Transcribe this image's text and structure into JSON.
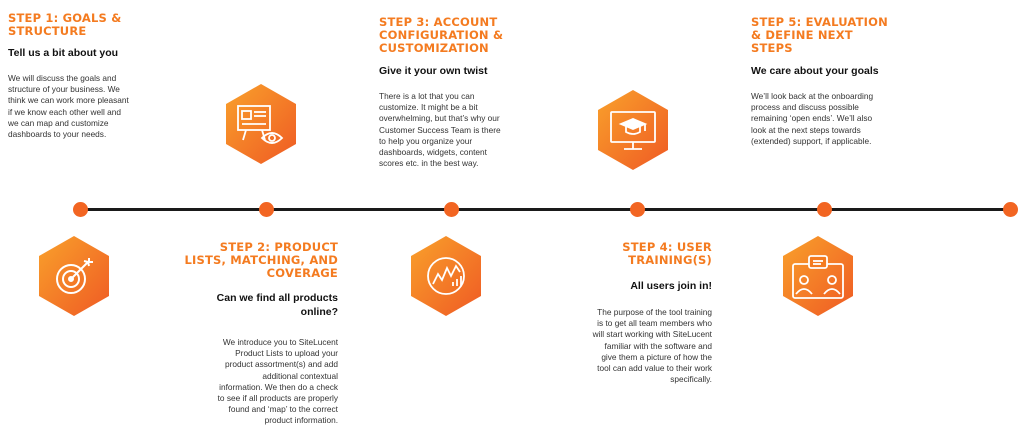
{
  "colors": {
    "accent": "#f47b20",
    "hex_light": "#f9a12b",
    "hex_dark": "#ef5a24",
    "line": "#1a1a1a"
  },
  "steps": [
    {
      "title_lines": [
        "STEP 1: GOALS &",
        "STRUCTURE"
      ],
      "subtitle": "Tell us a bit about you",
      "body_lines": [
        "We will discuss the goals and",
        "structure of your business. We",
        "think we can work more pleasant",
        "if we know each other well and",
        "we can map and customize",
        "dashboards to your needs."
      ],
      "icon": "target-icon"
    },
    {
      "title_lines": [
        "STEP 2: PRODUCT",
        "LISTS, MATCHING, AND",
        "COVERAGE"
      ],
      "subtitle_lines": [
        "Can we find all products",
        "online?"
      ],
      "body_lines": [
        "We introduce you to SiteLucent",
        "Product Lists to upload your",
        "product assortment(s) and add",
        "additional contextual",
        "information. We then do a check",
        "to see if all products are properly",
        "found and ‘map’ to the correct",
        "product information."
      ],
      "icon": "presentation-eye-icon"
    },
    {
      "title_lines": [
        "STEP 3: ACCOUNT",
        "CONFIGURATION &",
        "CUSTOMIZATION"
      ],
      "subtitle": "Give it your own twist",
      "body_lines": [
        "There is a lot that you can",
        "customize. It might be a bit",
        "overwhelming, but that’s why our",
        "Customer Success Team is there",
        "to help you organize your",
        "dashboards, widgets, content",
        "scores etc. in the best way."
      ],
      "icon": "analytics-icon"
    },
    {
      "title_lines": [
        "STEP 4: USER",
        "TRAINING(S)"
      ],
      "subtitle": "All users join in!",
      "body_lines": [
        "The purpose of the tool training",
        "is to get all team members who",
        "will start working with SiteLucent",
        "familiar with the software and",
        "give them a picture of how the",
        "tool can add value to their work",
        "specifically."
      ],
      "icon": "graduation-monitor-icon"
    },
    {
      "title_lines": [
        "STEP 5: EVALUATION",
        "& DEFINE NEXT",
        "STEPS"
      ],
      "subtitle": "We care about your goals",
      "body_lines": [
        "We’ll look back at the onboarding",
        "process and discuss possible",
        "remaining ‘open ends’. We’ll also",
        "look at the next steps towards",
        "(extended) support, if applicable."
      ],
      "icon": "discussion-icon"
    }
  ]
}
